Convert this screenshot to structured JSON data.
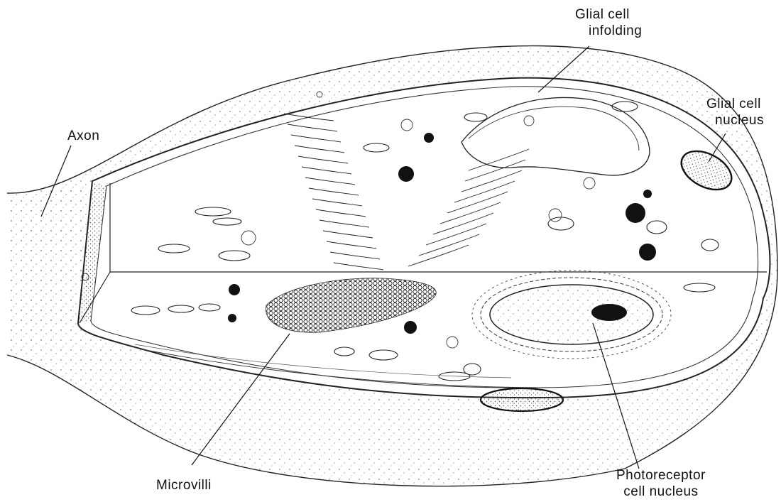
{
  "labels": {
    "glial_infolding": [
      "Glial cell",
      "infolding"
    ],
    "glial_nucleus": [
      "Glial cell",
      "nucleus"
    ],
    "axon": "Axon",
    "microvilli": "Microvilli",
    "photoreceptor_nucleus": [
      "Photoreceptor",
      "cell nucleus"
    ]
  },
  "colors": {
    "ink": "#111111",
    "paper": "#ffffff"
  }
}
